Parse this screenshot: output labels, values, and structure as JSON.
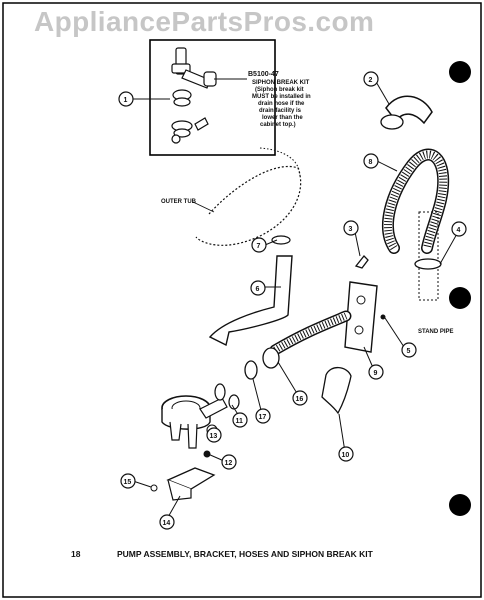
{
  "watermark": "AppliancePartsPros.com",
  "page_number": "18",
  "caption": "PUMP ASSEMBLY, BRACKET, HOSES AND SIPHON BREAK KIT",
  "kit": {
    "code": "B5100-47",
    "line1": "SIPHON BREAK KIT",
    "line2": "(Siphon break kit",
    "line3": "MUST be installed in",
    "line4": "drain hose if the",
    "line5": "drain facility is",
    "line6": "lower than the",
    "line7": "cabinet top.)"
  },
  "labels": {
    "outer_tub": "OUTER TUB",
    "stand_pipe": "STAND PIPE"
  },
  "callouts": [
    "1",
    "2",
    "3",
    "4",
    "5",
    "6",
    "7",
    "8",
    "9",
    "10",
    "11",
    "12",
    "13",
    "14",
    "15",
    "16",
    "17"
  ]
}
